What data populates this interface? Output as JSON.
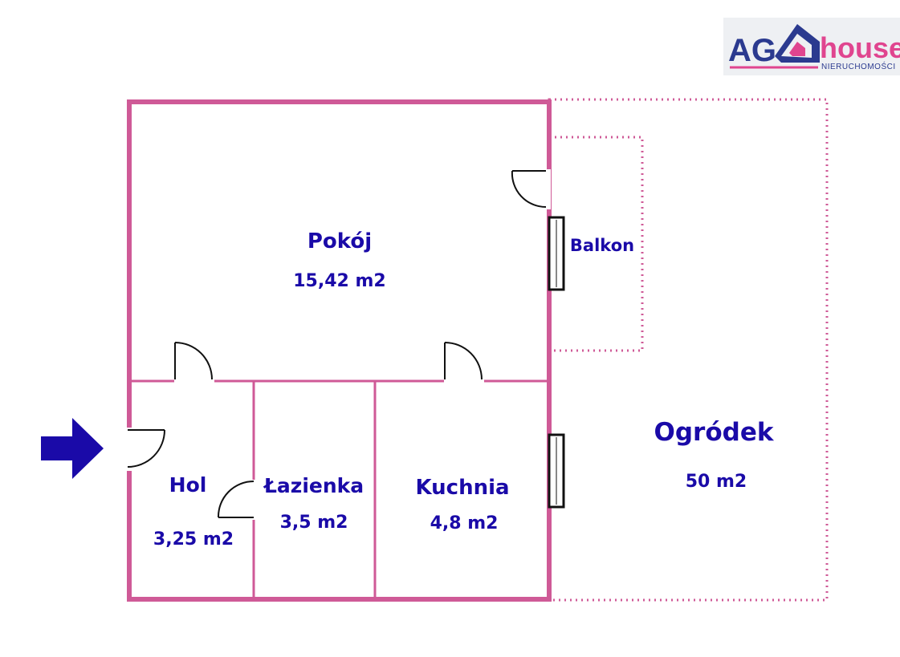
{
  "colors": {
    "wall": "#cf5a97",
    "text": "#1a0aa8",
    "arrow": "#1a0aa8",
    "door": "#111111",
    "logo_bg": "#eef0f3",
    "logo_blue": "#2b3a8f",
    "logo_pink": "#e0458f"
  },
  "logo": {
    "ag": "AG",
    "house": "house",
    "tagline": "NIERUCHOMOŚCI"
  },
  "rooms": {
    "pokoj": {
      "name": "Pokój",
      "area": "15,42 m2"
    },
    "balkon": {
      "name": "Balkon"
    },
    "hol": {
      "name": "Hol",
      "area": "3,25 m2"
    },
    "lazienka": {
      "name": "Łazienka",
      "area": "3,5 m2"
    },
    "kuchnia": {
      "name": "Kuchnia",
      "area": "4,8 m2"
    },
    "ogrodek": {
      "name": "Ogródek",
      "area": "50 m2"
    }
  },
  "entrance_icon": "arrow-right-icon"
}
